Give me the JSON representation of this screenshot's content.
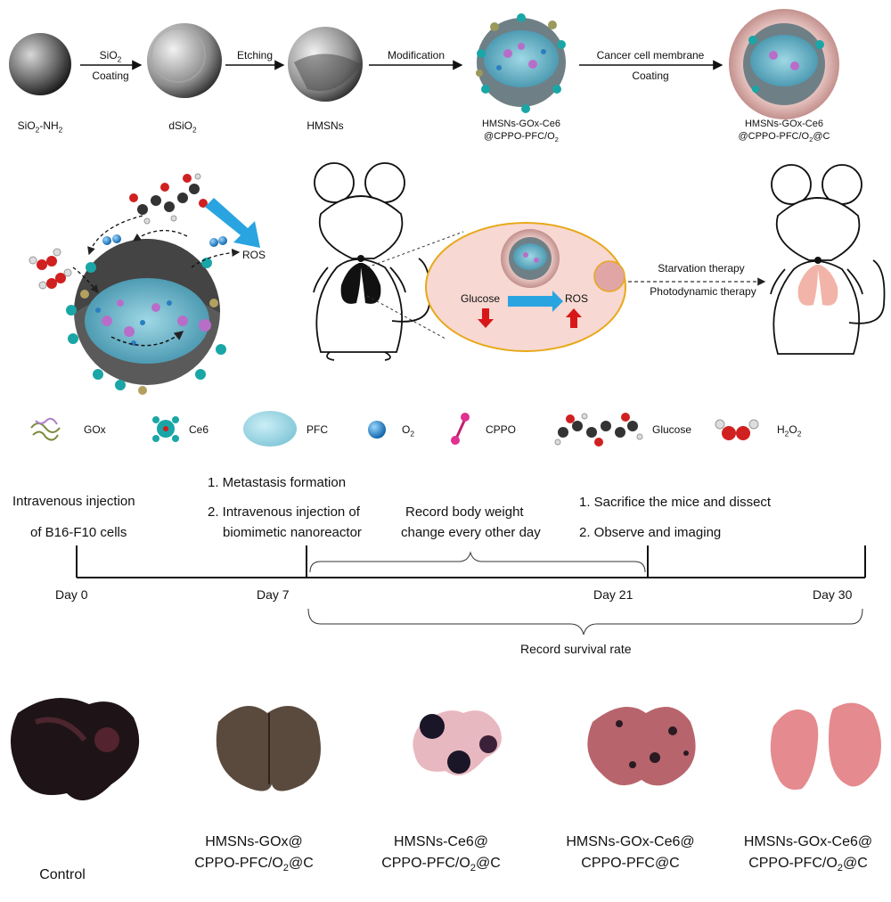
{
  "synthesis": {
    "steps": [
      {
        "label_html": "SiO<sub>2</sub>-NH<sub>2</sub>"
      },
      {
        "label_html": "dSiO<sub>2</sub>"
      },
      {
        "label_html": "HMSNs"
      },
      {
        "label_html": "HMSNs-GOx-Ce6<br>@CPPO-PFC/O<sub>2</sub>"
      },
      {
        "label_html": "HMSNs-GOx-Ce6<br>@CPPO-PFC/O<sub>2</sub>@C"
      }
    ],
    "arrows": [
      {
        "top_html": "SiO<sub>2</sub>",
        "bottom": "Coating"
      },
      {
        "top": "Etching"
      },
      {
        "top": "Modification"
      },
      {
        "top": "Cancer cell membrane",
        "bottom": "Coating"
      }
    ]
  },
  "mechanism": {
    "ros_label": "ROS",
    "glucose_label": "Glucose",
    "ros_label2": "ROS",
    "therapy1": "Starvation therapy",
    "therapy2": "Photodynamic therapy"
  },
  "legend": [
    {
      "name": "GOx",
      "icon": "gox-icon"
    },
    {
      "name": "Ce6",
      "icon": "ce6-icon"
    },
    {
      "name": "PFC",
      "icon": "pfc-icon"
    },
    {
      "name_html": "O<sub>2</sub>",
      "icon": "o2-icon"
    },
    {
      "name": "CPPO",
      "icon": "cppo-icon"
    },
    {
      "name": "Glucose",
      "icon": "glucose-icon"
    },
    {
      "name_html": "H<sub>2</sub>O<sub>2</sub>",
      "icon": "h2o2-icon"
    }
  ],
  "timeline": {
    "inj1_line1": "Intravenous injection",
    "inj1_line2": "of B16-F10 cells",
    "day7_line1": "1. Metastasis formation",
    "day7_line2": "2. Intravenous injection of",
    "day7_line3": "biomimetic nanoreactor",
    "weight_line1": "Record body weight",
    "weight_line2": "change every other day",
    "end_line1": "1. Sacrifice the mice and dissect",
    "end_line2": "2. Observe and imaging",
    "day0": "Day 0",
    "day7": "Day 7",
    "day21": "Day 21",
    "day30": "Day 30",
    "survival": "Record survival rate"
  },
  "lungs": [
    {
      "label_html": "Control",
      "color": "#2a1a1e"
    },
    {
      "label_html": "HMSNs-GOx@<br>CPPO-PFC/O<sub>2</sub>@C",
      "color": "#4a3a30"
    },
    {
      "label_html": "HMSNs-Ce6@<br>CPPO-PFC/O<sub>2</sub>@C",
      "color": "#3a1a24"
    },
    {
      "label_html": "HMSNs-GOx-Ce6@<br>CPPO-PFC@C",
      "color": "#a0505a"
    },
    {
      "label_html": "HMSNs-GOx-Ce6@<br>CPPO-PFC/O<sub>2</sub>@C",
      "color": "#e0868a"
    }
  ]
}
